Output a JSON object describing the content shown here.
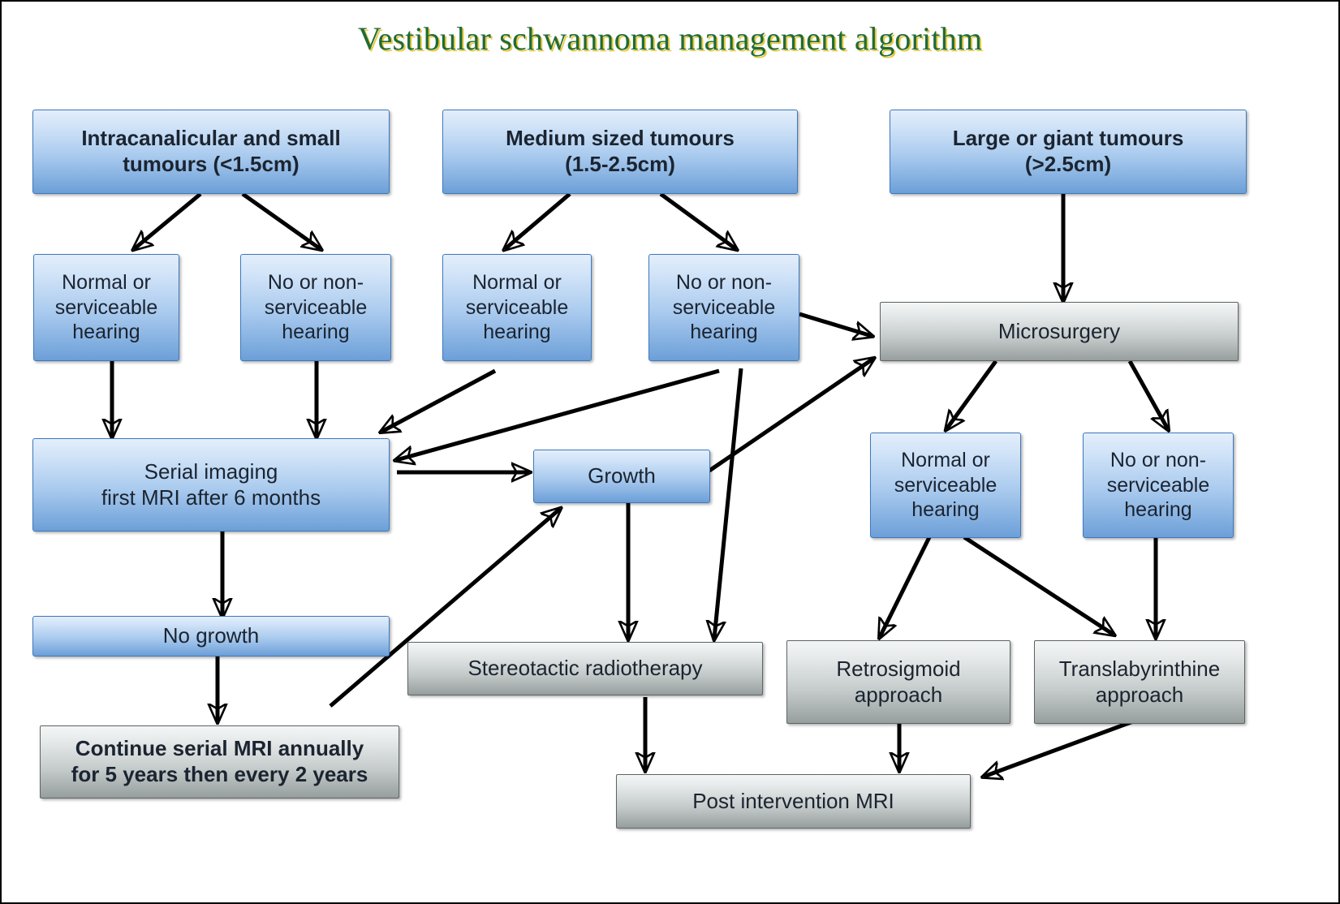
{
  "title": "Vestibular schwannoma management algorithm",
  "colors": {
    "title_text": "#1f6b3a",
    "title_shadow": "#e6c93f",
    "blue_fill_top": "#e3eefb",
    "blue_fill_bottom": "#6c9fd8",
    "blue_border": "#3f78bd",
    "gray_fill_top": "#f4f6f6",
    "gray_fill_bottom": "#979e9e",
    "gray_border": "#5d6565",
    "arrow": "#000000",
    "node_text": "#1b2430",
    "page_border": "#000000"
  },
  "nodes": {
    "small_tumours": "Intracanalicular and small tumours (<1.5cm)",
    "medium_tumours": "Medium sized tumours (1.5-2.5cm)",
    "large_tumours": "Large or giant tumours (>2.5cm)",
    "small_hearing_good": "Normal or serviceable hearing",
    "small_hearing_bad": "No or non-serviceable hearing",
    "medium_hearing_good": "Normal or serviceable hearing",
    "medium_hearing_bad": "No or non-serviceable hearing",
    "microsurgery": "Microsurgery",
    "serial_imaging": "Serial imaging first MRI after 6 months",
    "growth": "Growth",
    "no_growth": "No growth",
    "continue_mri": "Continue serial MRI annually for 5 years then every 2 years",
    "stereotactic": "Stereotactic radiotherapy",
    "surgery_hearing_good": "Normal or serviceable hearing",
    "surgery_hearing_bad": "No or non-serviceable hearing",
    "retrosigmoid": "Retrosigmoid approach",
    "translabyrinthine": "Translabyrinthine approach",
    "post_intervention": "Post intervention MRI"
  },
  "node_lines": {
    "small_tumours": [
      "Intracanalicular and small",
      "tumours (<1.5cm)"
    ],
    "medium_tumours": [
      "Medium sized tumours",
      "(1.5-2.5cm)"
    ],
    "large_tumours": [
      "Large or giant tumours",
      "(>2.5cm)"
    ],
    "small_hearing_good": [
      "Normal or",
      "serviceable",
      "hearing"
    ],
    "small_hearing_bad": [
      "No or non-",
      "serviceable",
      "hearing"
    ],
    "medium_hearing_good": [
      "Normal or",
      "serviceable",
      "hearing"
    ],
    "medium_hearing_bad": [
      "No or non-",
      "serviceable",
      "hearing"
    ],
    "microsurgery": [
      "Microsurgery"
    ],
    "serial_imaging": [
      "Serial imaging",
      "first MRI after 6 months"
    ],
    "growth": [
      "Growth"
    ],
    "no_growth": [
      "No growth"
    ],
    "continue_mri": [
      "Continue serial MRI annually",
      "for 5 years then every 2 years"
    ],
    "stereotactic": [
      "Stereotactic radiotherapy"
    ],
    "surgery_hearing_good": [
      "Normal or",
      "serviceable",
      "hearing"
    ],
    "surgery_hearing_bad": [
      "No or non-",
      "serviceable",
      "hearing"
    ],
    "retrosigmoid": [
      "Retrosigmoid",
      "approach"
    ],
    "translabyrinthine": [
      "Translabyrinthine",
      "approach"
    ],
    "post_intervention": [
      "Post intervention MRI"
    ]
  },
  "edges": [
    {
      "from": "small_tumours",
      "to": "small_hearing_good"
    },
    {
      "from": "small_tumours",
      "to": "small_hearing_bad"
    },
    {
      "from": "medium_tumours",
      "to": "medium_hearing_good"
    },
    {
      "from": "medium_tumours",
      "to": "medium_hearing_bad"
    },
    {
      "from": "large_tumours",
      "to": "microsurgery"
    },
    {
      "from": "small_hearing_good",
      "to": "serial_imaging"
    },
    {
      "from": "small_hearing_bad",
      "to": "serial_imaging"
    },
    {
      "from": "medium_hearing_good",
      "to": "serial_imaging"
    },
    {
      "from": "medium_hearing_bad",
      "to": "serial_imaging"
    },
    {
      "from": "medium_hearing_bad",
      "to": "microsurgery"
    },
    {
      "from": "medium_hearing_bad",
      "to": "stereotactic"
    },
    {
      "from": "serial_imaging",
      "to": "growth"
    },
    {
      "from": "serial_imaging",
      "to": "no_growth"
    },
    {
      "from": "growth",
      "to": "microsurgery"
    },
    {
      "from": "growth",
      "to": "stereotactic"
    },
    {
      "from": "no_growth",
      "to": "continue_mri"
    },
    {
      "from": "continue_mri",
      "to": "growth"
    },
    {
      "from": "microsurgery",
      "to": "surgery_hearing_good"
    },
    {
      "from": "microsurgery",
      "to": "surgery_hearing_bad"
    },
    {
      "from": "surgery_hearing_good",
      "to": "retrosigmoid"
    },
    {
      "from": "surgery_hearing_good",
      "to": "translabyrinthine"
    },
    {
      "from": "surgery_hearing_bad",
      "to": "translabyrinthine"
    },
    {
      "from": "stereotactic",
      "to": "post_intervention"
    },
    {
      "from": "retrosigmoid",
      "to": "post_intervention"
    },
    {
      "from": "translabyrinthine",
      "to": "post_intervention"
    }
  ]
}
